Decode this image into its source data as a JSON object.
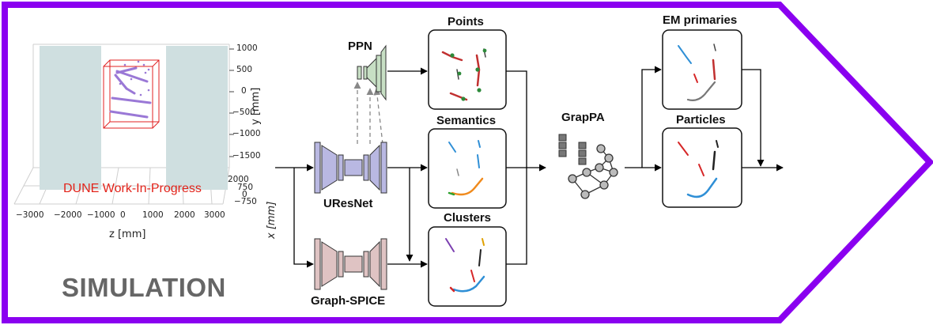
{
  "banner": {
    "title": "SIMULATION",
    "accent": "#8a00f0"
  },
  "event_display": {
    "watermark": "DUNE Work-In-Progress",
    "z_axis": {
      "label": "z [mm]",
      "ticks": [
        "−3000",
        "−2000",
        "−1000",
        "0",
        "1000",
        "2000",
        "3000"
      ]
    },
    "y_axis": {
      "label": "y [mm]",
      "ticks": [
        "1000",
        "500",
        "0",
        "−500",
        "−1000",
        "−1500"
      ]
    },
    "x_axis": {
      "label": "x [mm]",
      "ticks": [
        "2000",
        "750",
        "0",
        "−750"
      ]
    }
  },
  "pipeline": {
    "ppn": "PPN",
    "uresnet": "UResNet",
    "graph_spice": "Graph-SPICE",
    "points": "Points",
    "semantics": "Semantics",
    "clusters": "Clusters",
    "grappa": "GrapPA",
    "em_primaries": "EM primaries",
    "particles": "Particles"
  }
}
